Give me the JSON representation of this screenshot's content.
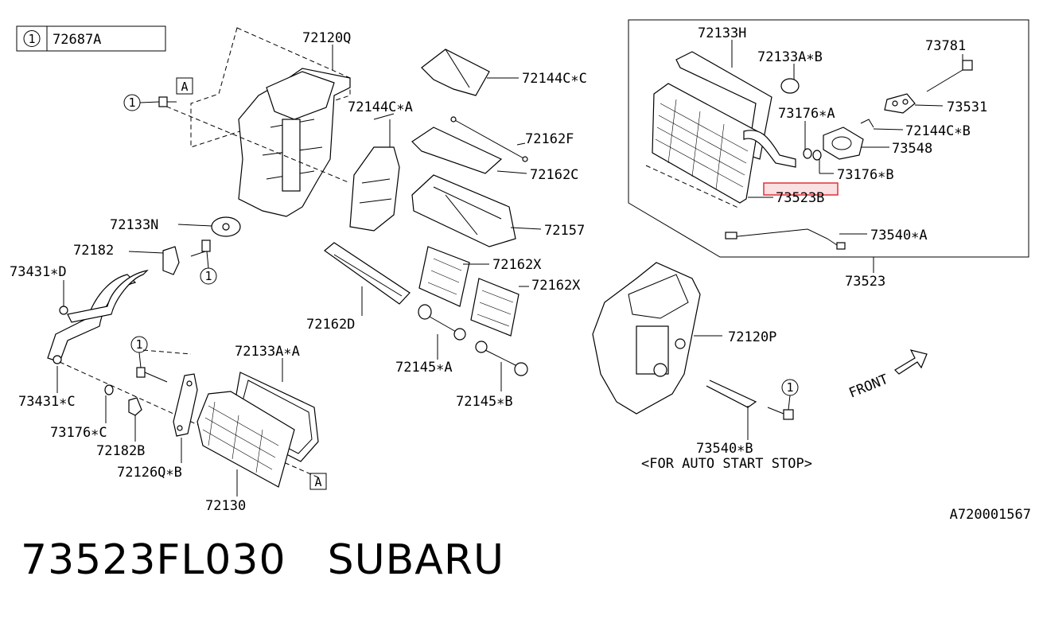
{
  "legend": {
    "symbol": "1",
    "part": "72687A"
  },
  "refs": {
    "a": "A",
    "one": "1"
  },
  "labels": {
    "p72120Q": "72120Q",
    "p72144CC": "72144C∗C",
    "p72144CA": "72144C∗A",
    "p72162F": "72162F",
    "p72162C": "72162C",
    "p72157": "72157",
    "p72133N": "72133N",
    "p72182": "72182",
    "p73431D": "73431∗D",
    "p72162X1": "72162X",
    "p72162X2": "72162X",
    "p72162D": "72162D",
    "p72145A": "72145∗A",
    "p72145B": "72145∗B",
    "p72133AA": "72133A∗A",
    "p73431C": "73431∗C",
    "p73176C": "73176∗C",
    "p72182B": "72182B",
    "p72126QB": "72126Q∗B",
    "p72130": "72130",
    "p72133H": "72133H",
    "p72133AB": "72133A∗B",
    "p73781": "73781",
    "p73176A": "73176∗A",
    "p73531": "73531",
    "p72144CB": "72144C∗B",
    "p73548": "73548",
    "p73176B": "73176∗B",
    "p73523B": "73523B",
    "p73540A": "73540∗A",
    "p73523": "73523",
    "p72120P": "72120P",
    "p73540B": "73540∗B",
    "auto_start": "<FOR AUTO START STOP>",
    "front": "FRONT"
  },
  "diagram_id": "A720001567",
  "caption": {
    "part_number": "73523FL030",
    "brand": "SUBARU"
  },
  "colors": {
    "highlight": "#e0303a",
    "highlight_fill": "#f7c6c9"
  }
}
